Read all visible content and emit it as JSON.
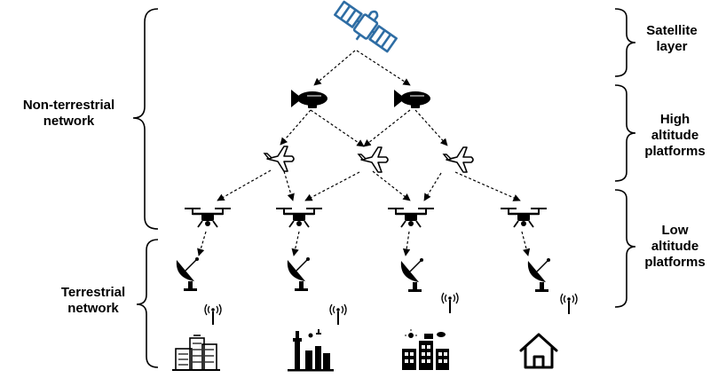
{
  "left_labels": {
    "non_terrestrial": [
      "Non-terrestrial",
      "network"
    ],
    "terrestrial": [
      "Terrestrial",
      "network"
    ]
  },
  "right_labels": {
    "satellite": [
      "Satellite",
      "layer"
    ],
    "high_altitude": [
      "High",
      "altitude",
      "platforms"
    ],
    "low_altitude": [
      "Low",
      "altitude",
      "platforms"
    ]
  },
  "icons": {
    "satellite": "satellite-icon",
    "airship": "airship-icon",
    "airplane": "airplane-icon",
    "drone": "drone-icon",
    "dish": "satellite-dish-icon",
    "tower": "cell-tower-icon",
    "office": "office-buildings-icon",
    "industry": "industry-icon",
    "apartment": "apartment-icon",
    "house": "house-icon"
  },
  "colors": {
    "satellite": "#2e6da4",
    "ink": "#000000"
  }
}
